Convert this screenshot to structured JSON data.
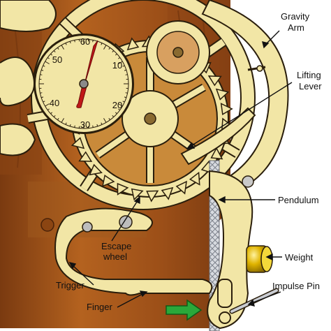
{
  "dial": {
    "numbers": [
      "60",
      "10",
      "20",
      "30",
      "40",
      "50"
    ]
  },
  "labels": {
    "gravity_arm": [
      "Gravity",
      "Arm"
    ],
    "lifting_lever": [
      "Lifting",
      "Lever"
    ],
    "pendulum": "Pendulum",
    "escape_wheel": [
      "Escape",
      "wheel"
    ],
    "weight": "Weight",
    "trigger": "Trigger",
    "impulse_pin": "Impulse Pin",
    "finger": "Finger"
  },
  "colors": {
    "wood_light": "#f2e6a6",
    "wood_edge": "#2a1e0c",
    "case_brown": "#a8581e",
    "case_dark": "#6e3410",
    "hand_red": "#c01818",
    "weight_gold": "#d6a800",
    "arrow_green": "#2aa83a",
    "chain_grey": "#b8bcc4"
  },
  "icons": {
    "indicator_arrow": "green-arrow-icon"
  }
}
